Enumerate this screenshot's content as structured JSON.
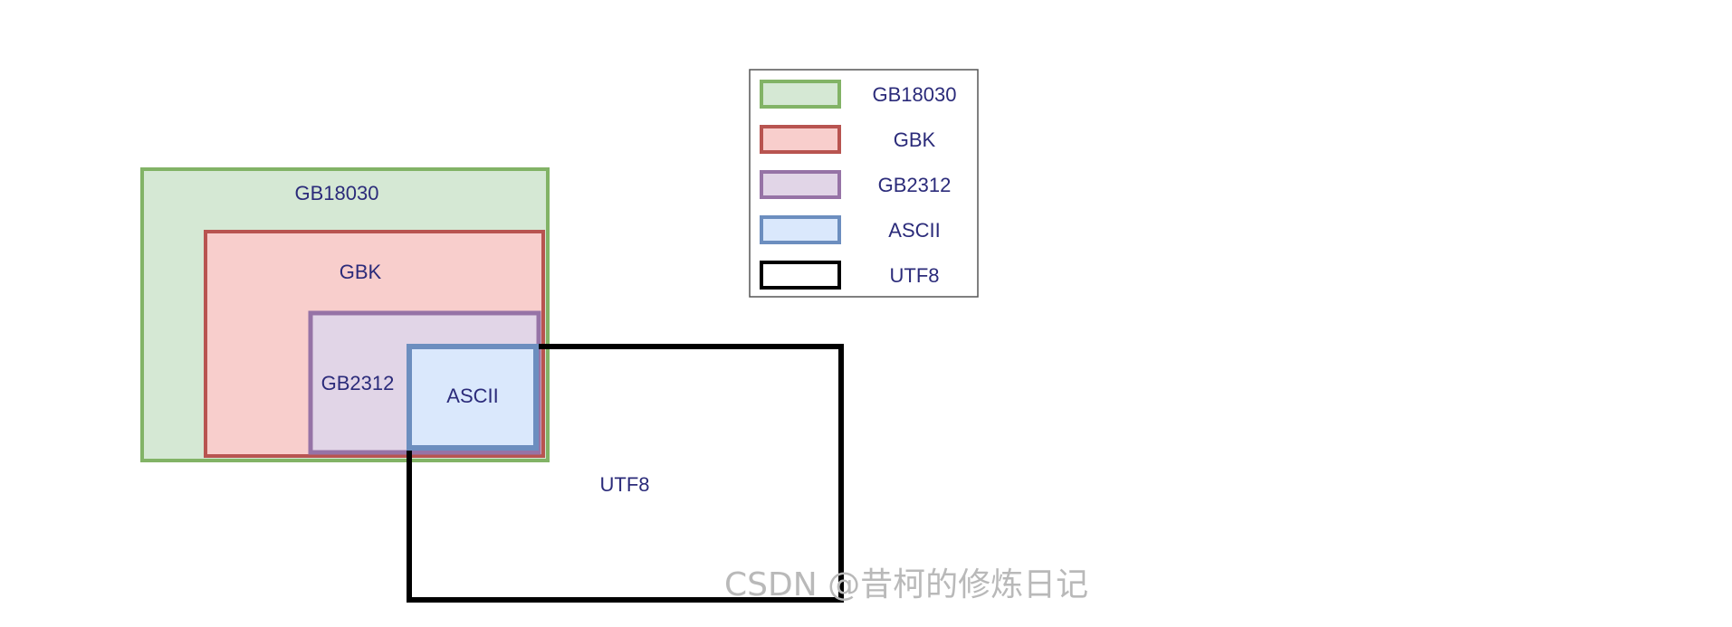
{
  "colors": {
    "gb18030_fill": "#d5e8d4",
    "gb18030_stroke": "#82b366",
    "gbk_fill": "#f8cecc",
    "gbk_stroke": "#b85450",
    "gb2312_fill": "#e1d5e7",
    "gb2312_stroke": "#9673a6",
    "ascii_fill": "#dae8fc",
    "ascii_stroke": "#6c8ebf",
    "utf8_stroke": "#000000",
    "text": "#2b2b7a",
    "watermark": "#b9b9b9"
  },
  "boxes": {
    "gb18030": "GB18030",
    "gbk": "GBK",
    "gb2312": "GB2312",
    "ascii": "ASCII",
    "utf8": "UTF8"
  },
  "legend": {
    "items": [
      {
        "label": "GB18030",
        "fill": "#d5e8d4",
        "stroke": "#82b366"
      },
      {
        "label": "GBK",
        "fill": "#f8cecc",
        "stroke": "#b85450"
      },
      {
        "label": "GB2312",
        "fill": "#e1d5e7",
        "stroke": "#9673a6"
      },
      {
        "label": "ASCII",
        "fill": "#dae8fc",
        "stroke": "#6c8ebf"
      },
      {
        "label": "UTF8",
        "fill": "#ffffff",
        "stroke": "#000000"
      }
    ]
  },
  "watermark": "CSDN @昔柯的修炼日记"
}
